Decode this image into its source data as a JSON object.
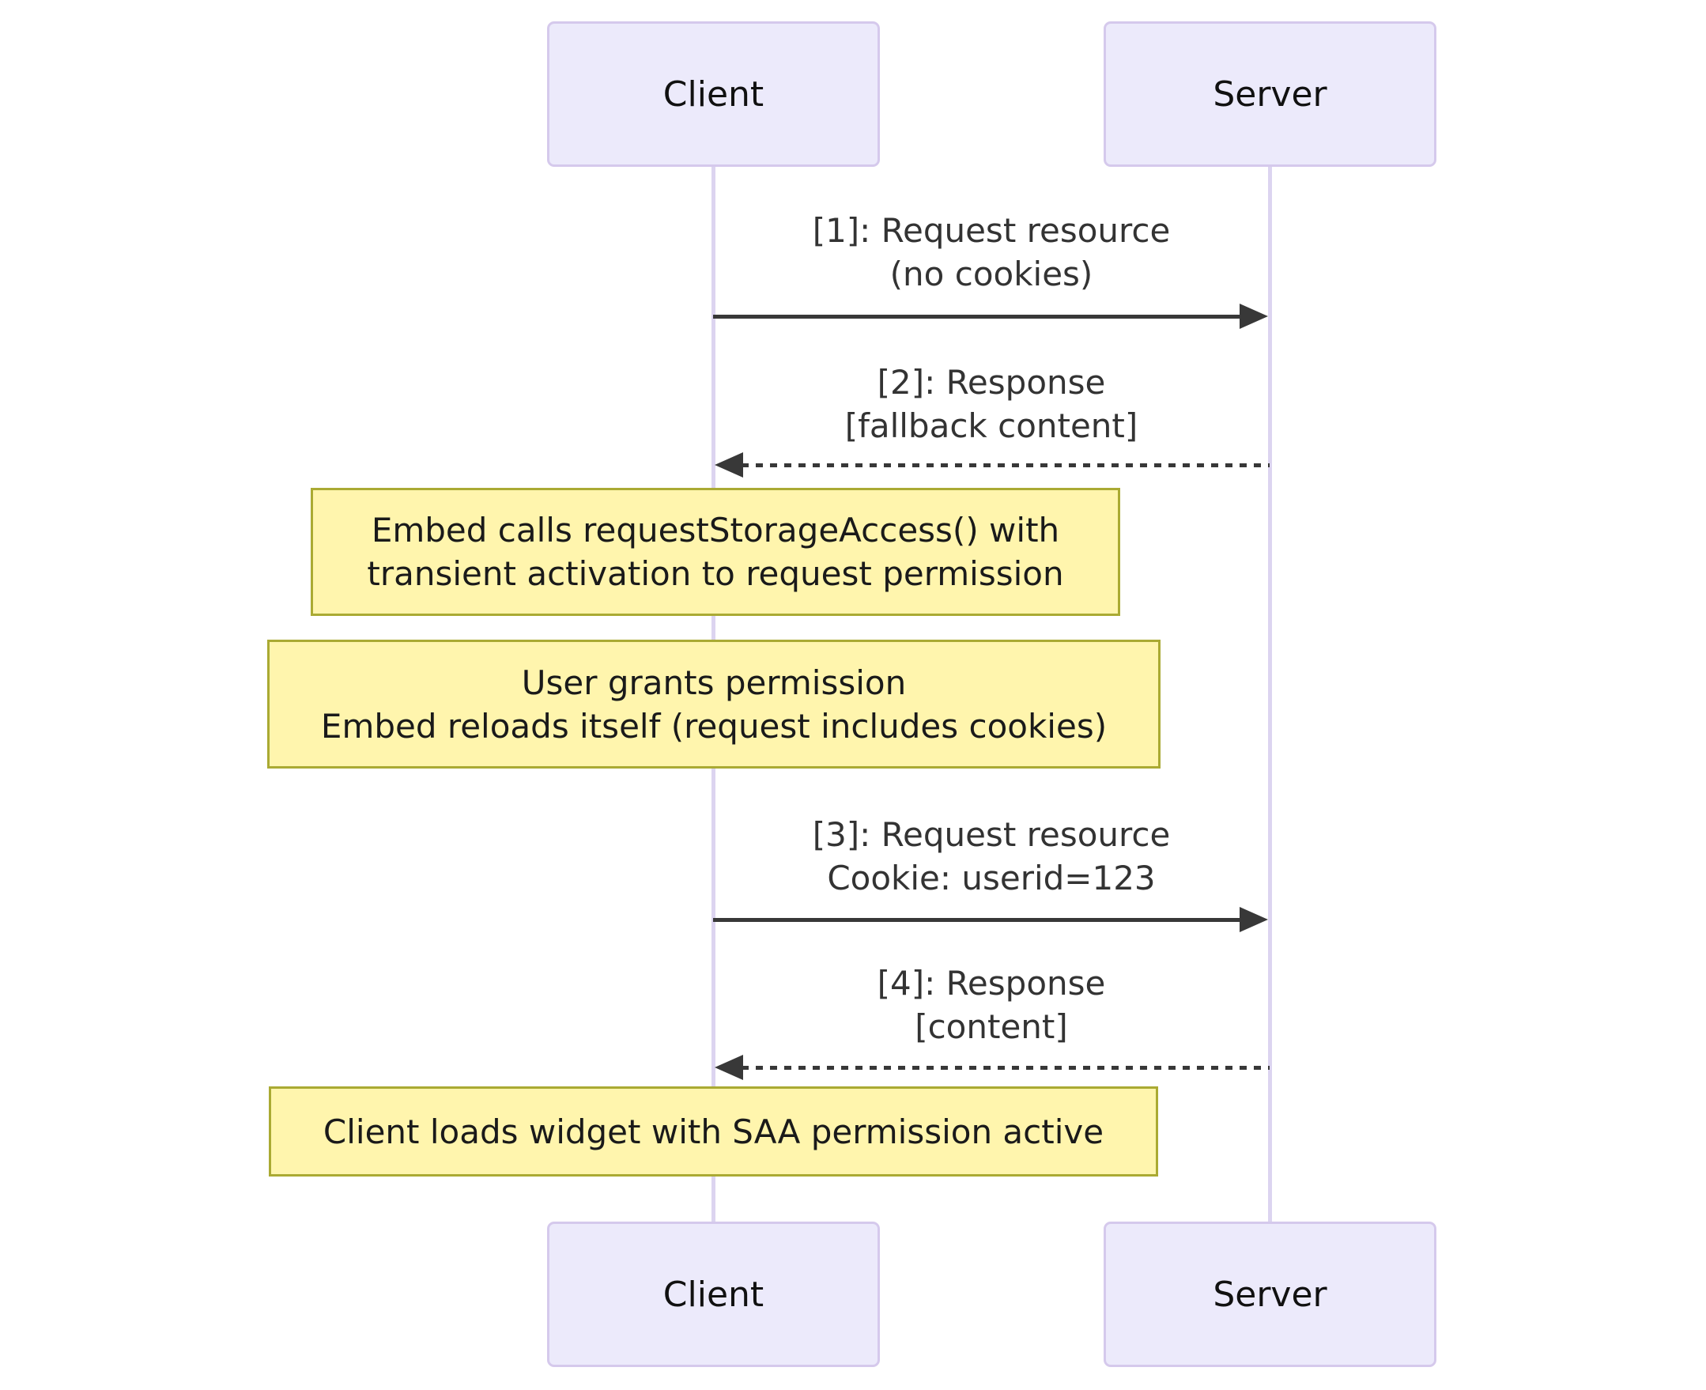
{
  "diagram": {
    "type": "sequence-diagram",
    "background": "#ffffff",
    "colors": {
      "actor_fill": "#ECEAFB",
      "actor_border": "#D5C9EC",
      "lifeline": "#DCD4F0",
      "note_fill": "#FFF5AD",
      "note_border": "#AAAA33",
      "arrow": "#383838",
      "msg_text": "#333333",
      "note_text": "#1a1a1a",
      "actor_text": "#111111"
    },
    "actors": [
      {
        "id": "client",
        "label": "Client"
      },
      {
        "id": "server",
        "label": "Server"
      }
    ],
    "messages": [
      {
        "seq": "1",
        "from": "client",
        "to": "server",
        "style": "solid",
        "line1": "[1]: Request resource",
        "line2": "(no cookies)"
      },
      {
        "seq": "2",
        "from": "server",
        "to": "client",
        "style": "dashed",
        "line1": "[2]: Response",
        "line2": "[fallback content]"
      },
      {
        "seq": "3",
        "from": "client",
        "to": "server",
        "style": "solid",
        "line1": "[3]: Request resource",
        "line2": "Cookie: userid=123"
      },
      {
        "seq": "4",
        "from": "server",
        "to": "client",
        "style": "dashed",
        "line1": "[4]: Response",
        "line2": "[content]"
      }
    ],
    "notes": [
      {
        "line1": "Embed calls requestStorageAccess() with",
        "line2": "transient activation to request permission"
      },
      {
        "line1": "User grants permission",
        "line2": "Embed reloads itself (request includes cookies)"
      },
      {
        "line1": "Client loads widget with SAA permission active",
        "line2": ""
      }
    ]
  }
}
